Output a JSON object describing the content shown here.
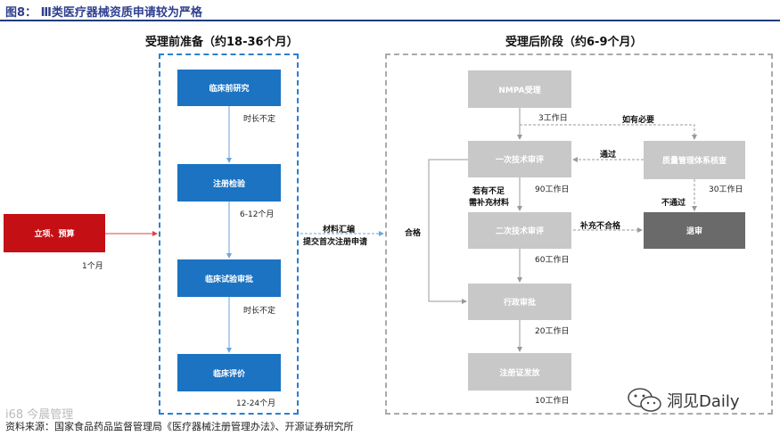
{
  "figure": {
    "title": "图8： Ⅲ类医疗器械资质申请较为严格"
  },
  "phases": {
    "pre": "受理前准备（约18-36个月）",
    "post": "受理后阶段（约6-9个月）"
  },
  "nodes": {
    "project": "立项、预算",
    "clinical_research": "临床前研究",
    "registration_test": "注册检验",
    "trial_approval": "临床试验审批",
    "clinical_eval": "临床评价",
    "nmpa": "NMPA受理",
    "tech_review_1": "一次技术审评",
    "quality_check": "质量管理体系核查",
    "tech_review_2": "二次技术审评",
    "reject": "退审",
    "admin_approval": "行政审批",
    "cert_issue": "注册证发放"
  },
  "durations": {
    "project": "1个月",
    "clinical_research": "时长不定",
    "registration_test": "6-12个月",
    "trial_approval": "时长不定",
    "clinical_eval": "12-24个月",
    "nmpa": "3工作日",
    "tech_review_1": "90工作日",
    "quality_check": "30工作日",
    "tech_review_2": "60工作日",
    "admin_approval": "20工作日",
    "cert_issue": "10工作日"
  },
  "edges": {
    "submit_1": "材料汇编",
    "submit_2": "提交首次注册申请",
    "qualified": "合格",
    "if_needed": "如有必要",
    "passed": "通过",
    "failed": "不通过",
    "supplement_1": "若有不足",
    "supplement_2": "需补充材料",
    "supplement_fail": "补充不合格"
  },
  "source": "资料来源：国家食品药品监督管理局《医疗器械注册管理办法》、开源证券研究所",
  "watermarks": {
    "left": "i68 今晨管理",
    "right": "洞见Daily"
  },
  "colors": {
    "title": "#2f3f8f",
    "blue_box": "#1b73c2",
    "red_box": "#c40f14",
    "gray_box": "#c8c8c8",
    "dark_box": "#6a6a6a"
  }
}
